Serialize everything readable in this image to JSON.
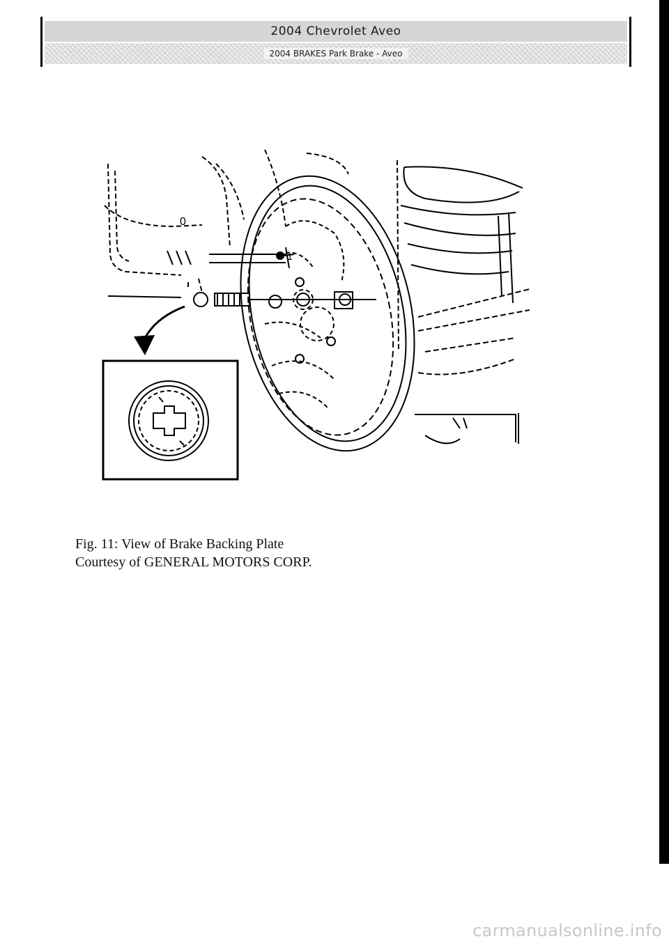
{
  "header": {
    "title": "2004 Chevrolet Aveo",
    "subtitle": "2004 BRAKES Park Brake - Aveo"
  },
  "figure": {
    "callout_number": "1",
    "detail_label": "0"
  },
  "caption": {
    "line1": "Fig. 11: View of Brake Backing Plate",
    "line2": "Courtesy of GENERAL MOTORS CORP."
  },
  "watermark": "carmanualsonline.info"
}
